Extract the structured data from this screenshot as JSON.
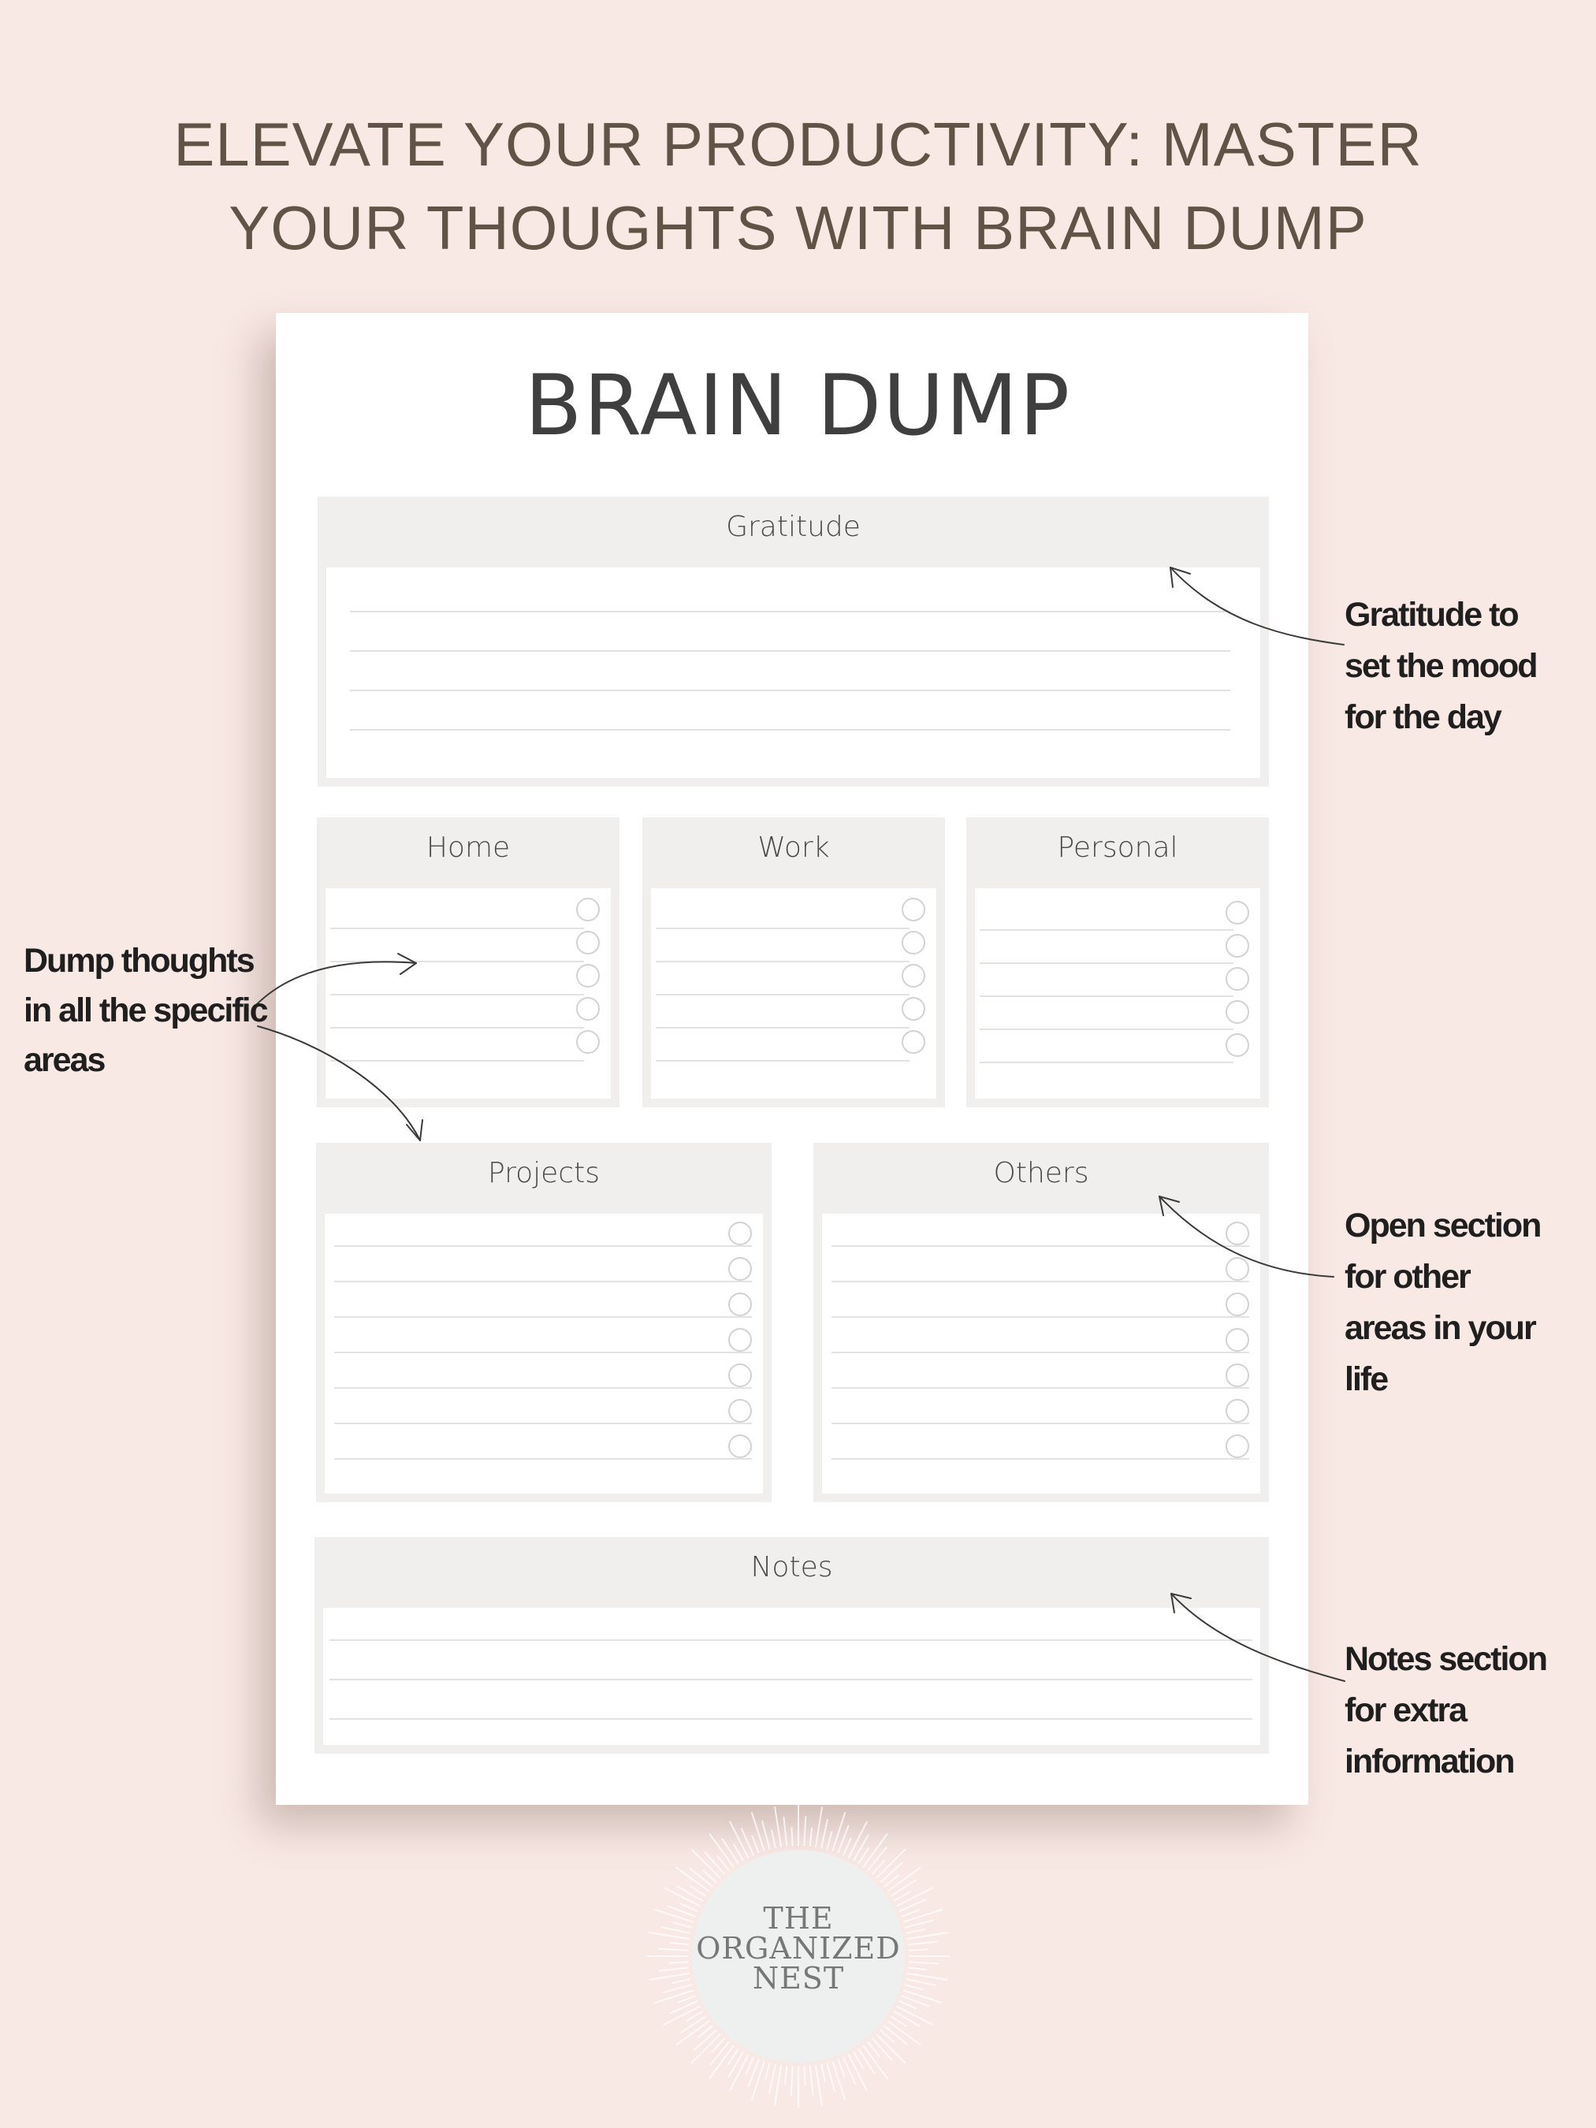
{
  "headline": {
    "line1": "ELEVATE YOUR PRODUCTIVITY: MASTER",
    "line2": "YOUR THOUGHTS WITH BRAIN DUMP"
  },
  "sheet": {
    "title": "BRAIN DUMP",
    "sections": {
      "gratitude": "Gratitude",
      "home": "Home",
      "work": "Work",
      "personal": "Personal",
      "projects": "Projects",
      "others": "Others",
      "notes": "Notes"
    }
  },
  "annotations": {
    "gratitude": [
      "Gratitude to",
      "set the mood",
      "for the day"
    ],
    "areas": [
      "Dump thoughts",
      "in all the specific",
      "areas"
    ],
    "others": [
      "Open section",
      "for other",
      "areas in your",
      "life"
    ],
    "notes": [
      "Notes section",
      "for extra",
      "information"
    ]
  },
  "logo": {
    "line1": "THE",
    "line2": "ORGANIZED",
    "line3": "NEST"
  },
  "colors": {
    "background": "#f9e9e5",
    "headline": "#615446",
    "section_header": "#f0efed",
    "logo_circle": "#eeefef"
  }
}
